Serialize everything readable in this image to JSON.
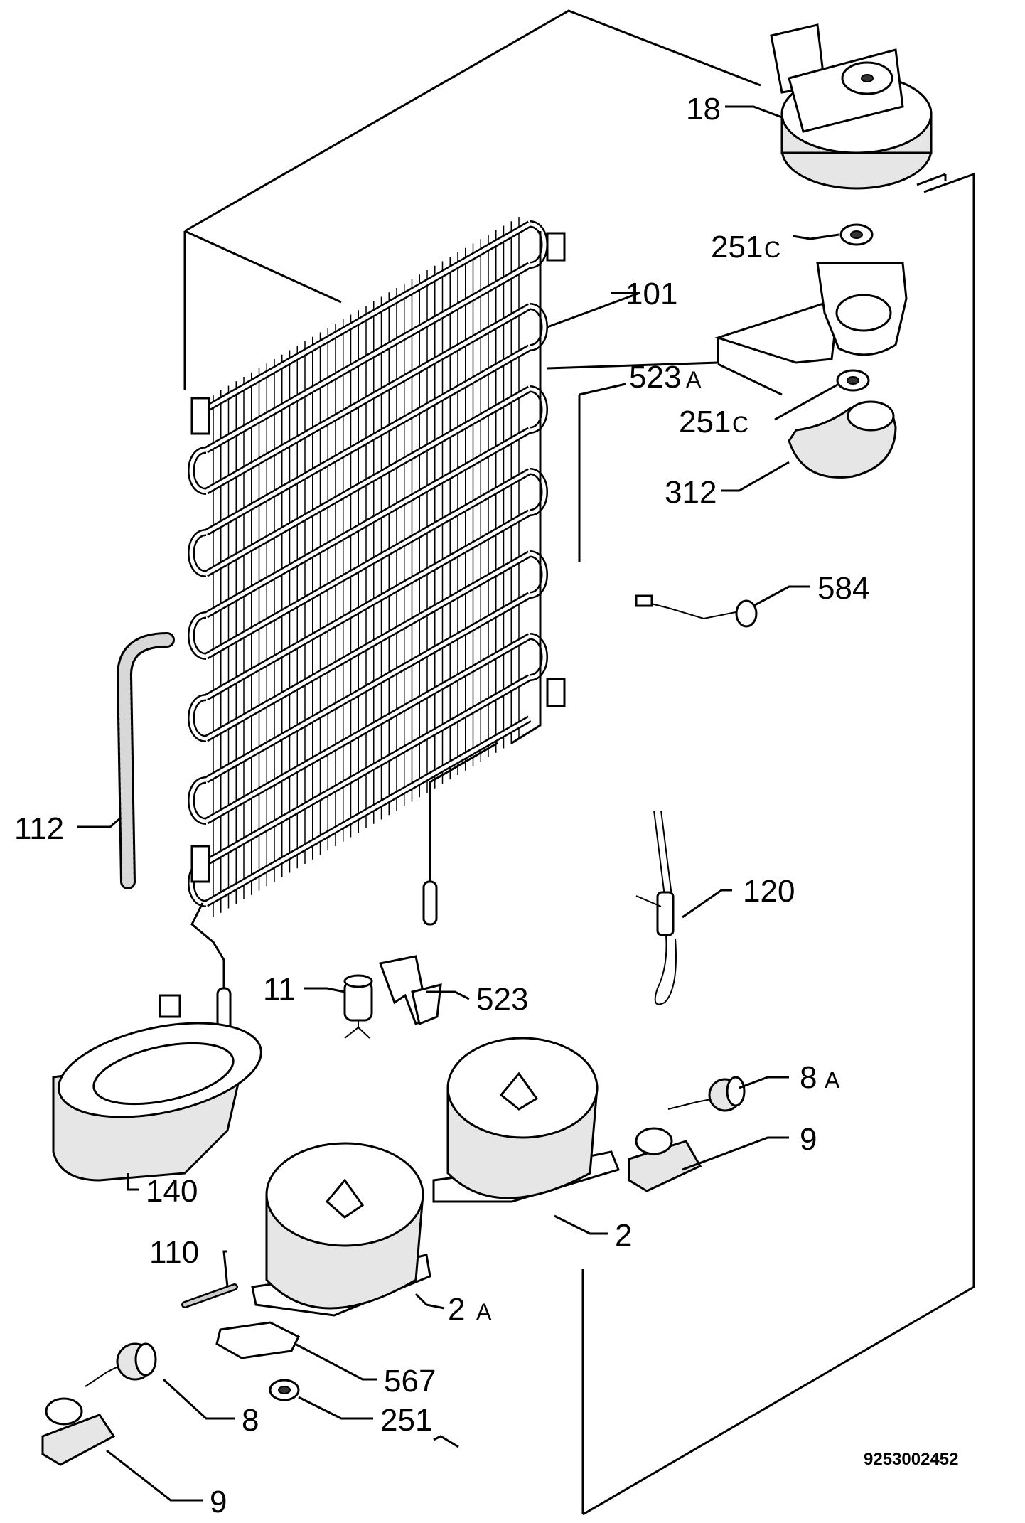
{
  "callouts": {
    "c18": "18",
    "c251c_top": "251",
    "c251c_top_suffix": "C",
    "c101": "101",
    "c523a": "523",
    "c523a_suffix": "A",
    "c251c_mid": "251",
    "c251c_mid_suffix": "C",
    "c312": "312",
    "c584": "584",
    "c112": "112",
    "c120": "120",
    "c11": "11",
    "c523": "523",
    "c8a": "8",
    "c8a_suffix": "A",
    "c9_right": "9",
    "c140": "140",
    "c2": "2",
    "c110": "110",
    "c2a": "2",
    "c2a_suffix": "A",
    "c567": "567",
    "c8": "8",
    "c251": "251",
    "c9_left": "9"
  },
  "document_number": "9253002452"
}
